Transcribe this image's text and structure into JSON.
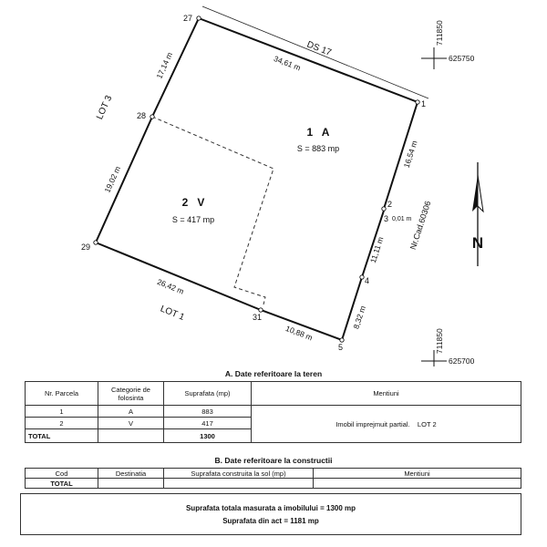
{
  "plan": {
    "points": [
      "27",
      "1",
      "2",
      "3",
      "4",
      "5",
      "31",
      "29",
      "28"
    ],
    "distances": {
      "d27_1": "34,61 m",
      "d1_2": "16,54 m",
      "d2_3": "0,01 m",
      "d3_4": "11,11 m",
      "d4_5": "8,32 m",
      "d5_31": "10,88 m",
      "d31_29": "26,42 m",
      "d29_28": "19,02 m",
      "d28_27": "17,14 m"
    },
    "neighbors": {
      "north": "DS  17",
      "west": "LOT  3",
      "south": "LOT  1",
      "east": "Nr.Cad.60306"
    },
    "parcels": [
      {
        "name": "1   A",
        "area": "S = 883 mp"
      },
      {
        "name": "2   V",
        "area": "S = 417 mp"
      }
    ],
    "coords": [
      {
        "north": "711850",
        "east": "625750"
      },
      {
        "north": "711850",
        "east": "625700"
      }
    ],
    "north_label": "N"
  },
  "section_a": {
    "title": "A.  Date referitoare la teren",
    "headers": [
      "Nr. Parcela",
      "Categorie de folosinta",
      "Suprafata (mp)",
      "Mentiuni"
    ],
    "rows": [
      {
        "nr": "1",
        "cat": "A",
        "supr": "883"
      },
      {
        "nr": "2",
        "cat": "V",
        "supr": "417"
      }
    ],
    "mentiuni": "Imobil imprejmuit partial.    LOT 2",
    "total_label": "TOTAL",
    "total_value": "1300"
  },
  "section_b": {
    "title": "B.  Date referitoare la constructii",
    "headers": [
      "Cod",
      "Destinatia",
      "Suprafata construita la sol (mp)",
      "Mentiuni"
    ],
    "total_label": "TOTAL"
  },
  "summary": {
    "line1": "Suprafata totala masurata a imobilului = 1300 mp",
    "line2": "Suprafata din act = 1181 mp"
  }
}
